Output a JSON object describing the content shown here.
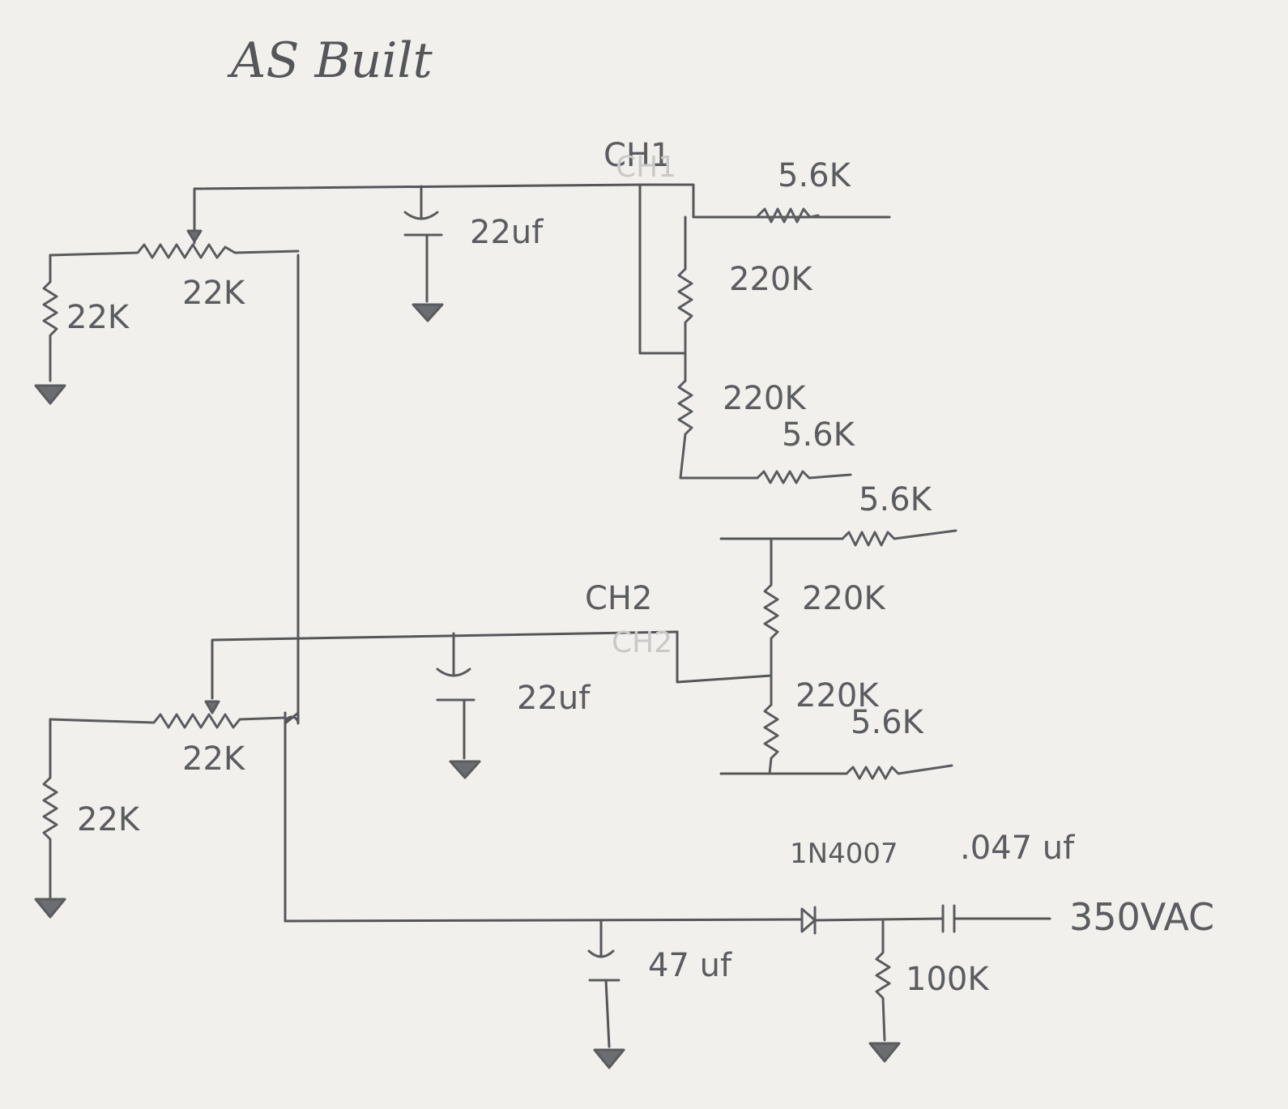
{
  "title": "AS Built",
  "labels": {
    "ch1": "CH1",
    "ch2": "CH2",
    "pot1_value": "22K",
    "pot1_ground_resistor": "22K",
    "pot2_value": "22K",
    "pot2_ground_resistor": "22K",
    "cap_ch1": "22uf",
    "cap_ch2": "22uf",
    "ch1_r_top_out": "5.6K",
    "ch1_r_upper": "220K",
    "ch1_r_lower": "220K",
    "ch1_r_bottom_out": "5.6K",
    "ch2_r_top_out": "5.6K",
    "ch2_r_upper": "220K",
    "ch2_r_lower": "220K",
    "ch2_r_bottom_out": "5.6K",
    "diode": "1N4007",
    "coupling_cap": ".047 uf",
    "filter_cap": "47 uf",
    "bleeder_resistor": "100K",
    "source": "350VAC"
  }
}
